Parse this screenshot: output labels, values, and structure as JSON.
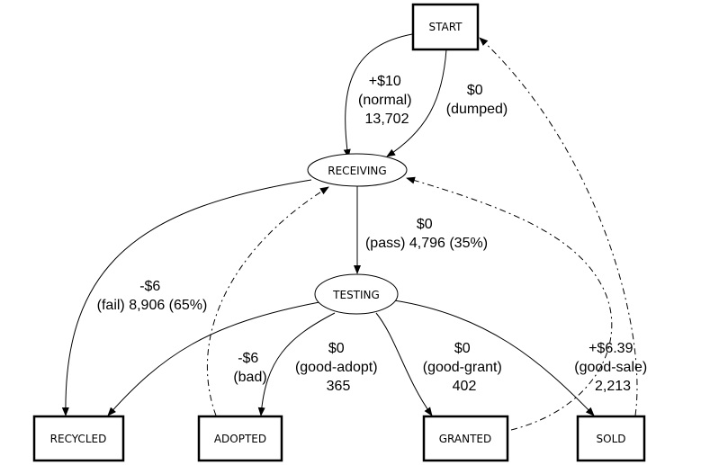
{
  "nodes": {
    "start": "START",
    "receiving": "RECEIVING",
    "testing": "TESTING",
    "recycled": "RECYCLED",
    "adopted": "ADOPTED",
    "granted": "GRANTED",
    "sold": "SOLD"
  },
  "edges": {
    "start_receiving_normal": [
      "+$10",
      "(normal)",
      "13,702"
    ],
    "start_receiving_dumped": [
      "$0",
      "(dumped)"
    ],
    "receiving_testing_pass": [
      "$0",
      "(pass) 4,796 (35%)"
    ],
    "receiving_recycled_fail": [
      "-$6",
      "(fail) 8,906 (65%)"
    ],
    "testing_recycled_bad": [
      "-$6",
      "(bad)"
    ],
    "testing_adopted": [
      "$0",
      "(good-adopt)",
      "365"
    ],
    "testing_granted": [
      "$0",
      "(good-grant)",
      "402"
    ],
    "testing_sold": [
      "+$6.39",
      "(good-sale)",
      "2,213"
    ]
  }
}
